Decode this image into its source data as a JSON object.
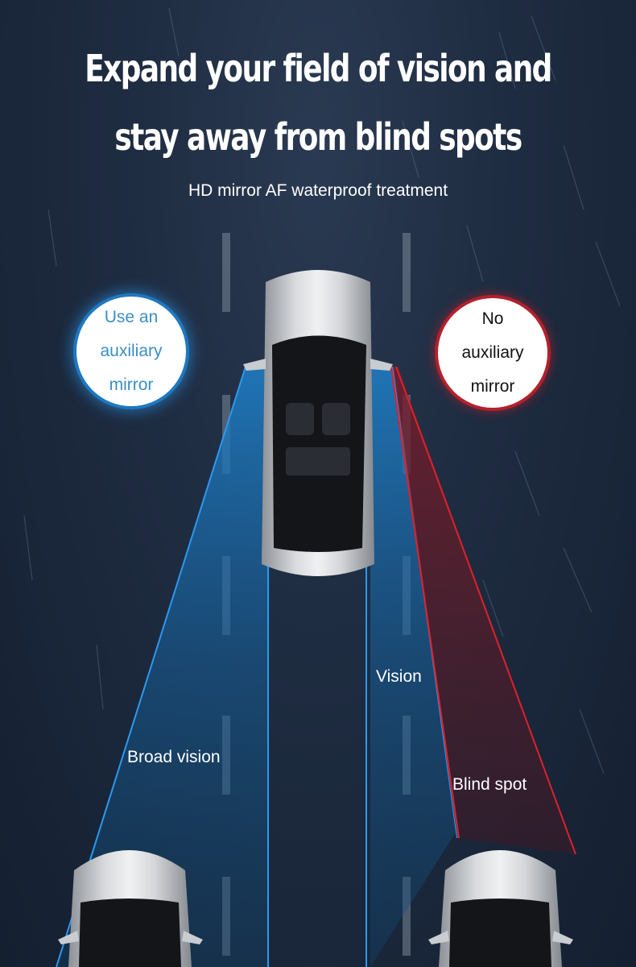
{
  "header": {
    "title_line1": "Expand your field of vision and",
    "title_line2": "stay away from blind spots",
    "subtitle": "HD mirror AF waterproof treatment"
  },
  "bubbles": {
    "with_mirror": {
      "line1": "Use an",
      "line2": "auxiliary",
      "line3": "mirror",
      "ring_color": "#1f78c0",
      "text_color": "#3a8fc4"
    },
    "without_mirror": {
      "line1": "No",
      "line2": "auxiliary",
      "line3": "mirror",
      "ring_color": "#b3202c",
      "text_color": "#111111"
    }
  },
  "zones": {
    "broad_vision": "Broad vision",
    "vision": "Vision",
    "blind_spot": "Blind spot"
  },
  "colors": {
    "background": "#1c2a3e",
    "vision_blue": "#1e8ee0",
    "blind_red": "#e0202a"
  }
}
